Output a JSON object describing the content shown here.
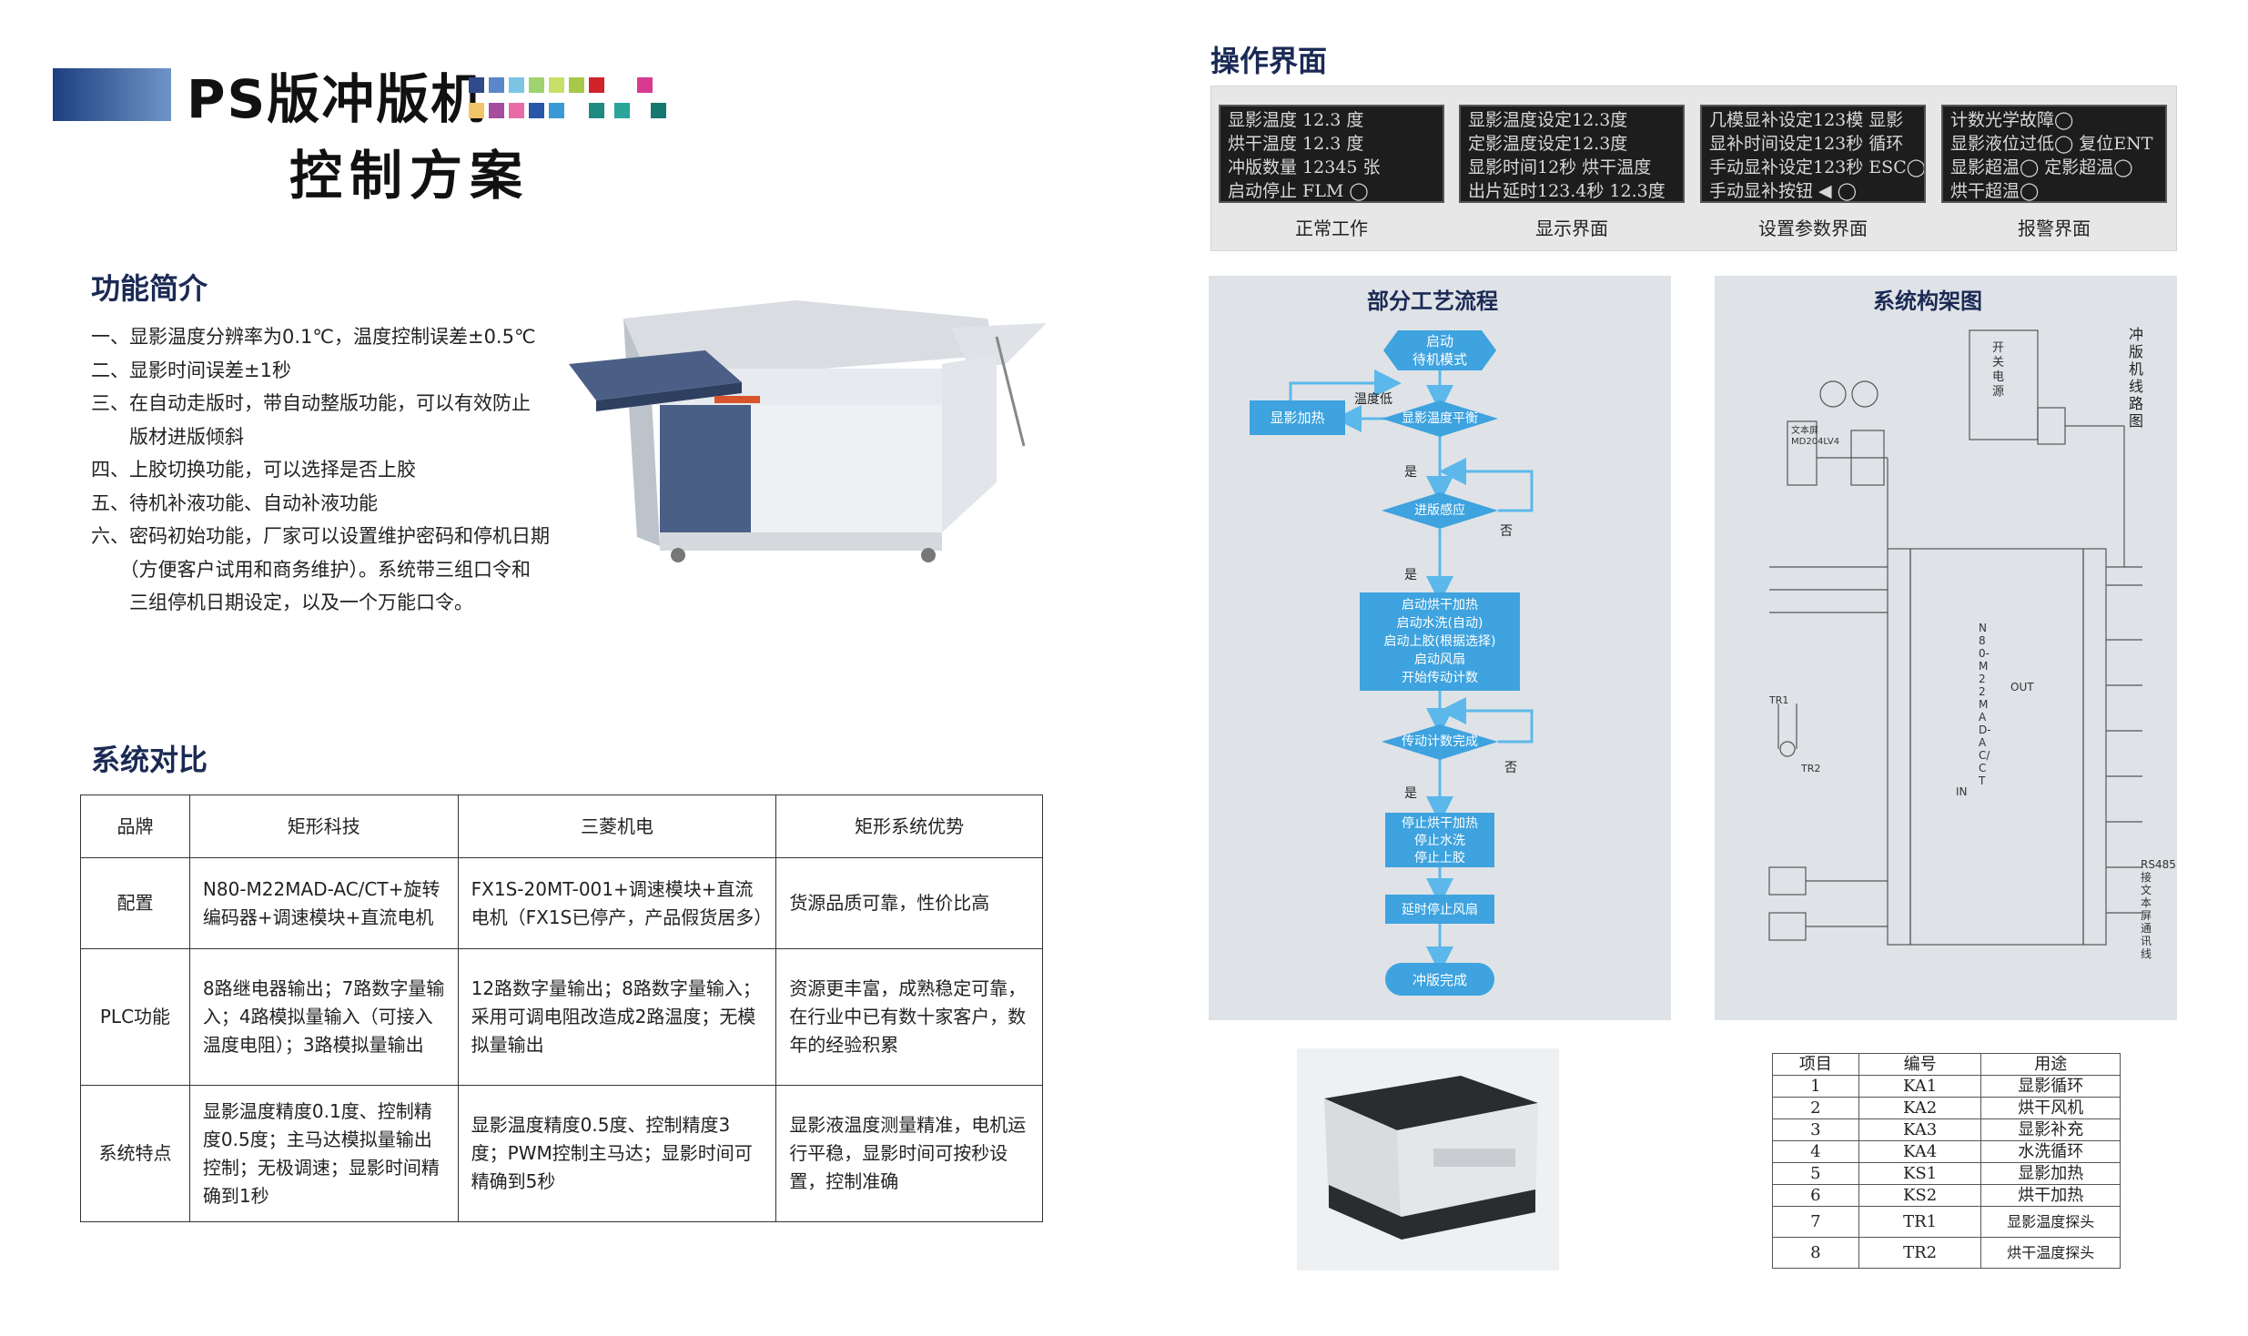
{
  "header": {
    "title_line1": "PS版冲版机",
    "title_line2": "控制方案"
  },
  "features": {
    "heading": "功能简介",
    "lines": [
      "一、显影温度分辨率为0.1℃，温度控制误差±0.5℃",
      "二、显影时间误差±1秒",
      "三、在自动走版时，带自动整版功能，可以有效防止",
      "　　版材进版倾斜",
      "四、上胶切换功能，可以选择是否上胶",
      "五、待机补液功能、自动补液功能",
      "六、密码初始功能，厂家可以设置维护密码和停机日期",
      "　　（方便客户试用和商务维护）。系统带三组口令和",
      "　　三组停机日期设定，以及一个万能口令。"
    ]
  },
  "comparison": {
    "heading": "系统对比",
    "headers": [
      "品牌",
      "矩形科技",
      "三菱机电",
      "矩形系统优势"
    ],
    "rows": [
      [
        "配置",
        "N80-M22MAD-AC/CT+旋转编码器+调速模块+直流电机",
        "FX1S-20MT-001+调速模块+直流电机（FX1S已停产，产品假货居多）",
        "货源品质可靠，性价比高"
      ],
      [
        "PLC功能",
        "8路继电器输出；7路数字量输入；4路模拟量输入（可接入温度电阻）；3路模拟量输出",
        "12路数字量输出；8路数字量输入；采用可调电阻改造成2路温度；无模拟量输出",
        "资源更丰富，成熟稳定可靠，在行业中已有数十家客户，数年的经验积累"
      ],
      [
        "系统特点",
        "显影温度精度0.1度、控制精度0.5度；主马达模拟量输出控制；无极调速；显影时间精确到1秒",
        "显影温度精度0.5度、控制精度3度；PWM控制主马达；显影时间可精确到5秒",
        "显影液温度测量精准，电机运行平稳，显影时间可按秒设置，控制准确"
      ]
    ]
  },
  "operation": {
    "heading": "操作界面",
    "screens": [
      {
        "caption": "正常工作",
        "lines": [
          "显影温度  12.3 度",
          "烘干温度  12.3 度",
          "冲版数量 12345 张",
          "启动停止  FLM  ◯"
        ]
      },
      {
        "caption": "显示界面",
        "lines": [
          "显影温度设定12.3度",
          "定影温度设定12.3度",
          "显影时间12秒   烘干温度",
          "出片延时123.4秒  12.3度"
        ]
      },
      {
        "caption": "设置参数界面",
        "lines": [
          "几模显补设定123模  显影",
          "显补时间设定123秒  循环",
          "手动显补设定123秒  ESC◯",
          "手动显补按钮 ◀ ◯"
        ]
      },
      {
        "caption": "报警界面",
        "lines": [
          "计数光学故障◯",
          "显影液位过低◯  复位ENT",
          "显影超温◯  定影超温◯",
          "烘干超温◯"
        ]
      }
    ]
  },
  "flow": {
    "heading": "部分工艺流程",
    "nodes": {
      "start": "启动\n待机模式",
      "heat": "显影加热",
      "temp_low": "温度低",
      "temp_balance": "显影温度平衡",
      "yes1": "是",
      "sense": "进版感应",
      "no1": "否",
      "yes2": "是",
      "actions": "启动烘干加热\n启动水洗(自动)\n启动上胶(根据选择)\n启动风扇\n开始传动计数",
      "count_done": "传动计数完成",
      "no2": "否",
      "yes3": "是",
      "stop": "停止烘干加热\n停止水洗\n停止上胶",
      "fan_stop": "延时停止风扇",
      "done": "冲版完成"
    }
  },
  "architecture": {
    "heading": "系统构架图",
    "labels": {
      "side_title": "冲版机线路图",
      "switch_power": "开关电源",
      "plc": "N80-M22MAD-AC/CT",
      "in_label": "IN",
      "out_label": "OUT",
      "rs485": "RS485接文本屏通讯线",
      "tr1": "TR1",
      "tr2": "TR2",
      "text_screen": "文本屏\nMD204LV4"
    }
  },
  "items": {
    "headers": [
      "项目",
      "编号",
      "用途"
    ],
    "rows": [
      [
        "1",
        "KA1",
        "显影循环"
      ],
      [
        "2",
        "KA2",
        "烘干风机"
      ],
      [
        "3",
        "KA3",
        "显影补充"
      ],
      [
        "4",
        "KA4",
        "水洗循环"
      ],
      [
        "5",
        "KS1",
        "显影加热"
      ],
      [
        "6",
        "KS2",
        "烘干加热"
      ],
      [
        "7",
        "TR1",
        "显影温度探头"
      ],
      [
        "8",
        "TR2",
        "烘干温度探头"
      ]
    ]
  },
  "colors": {
    "accent": "#1b2a55",
    "flow_node": "#3ea3df",
    "flow_arrow": "#5cb8ea",
    "panel_bg": "#dfe3e7"
  }
}
